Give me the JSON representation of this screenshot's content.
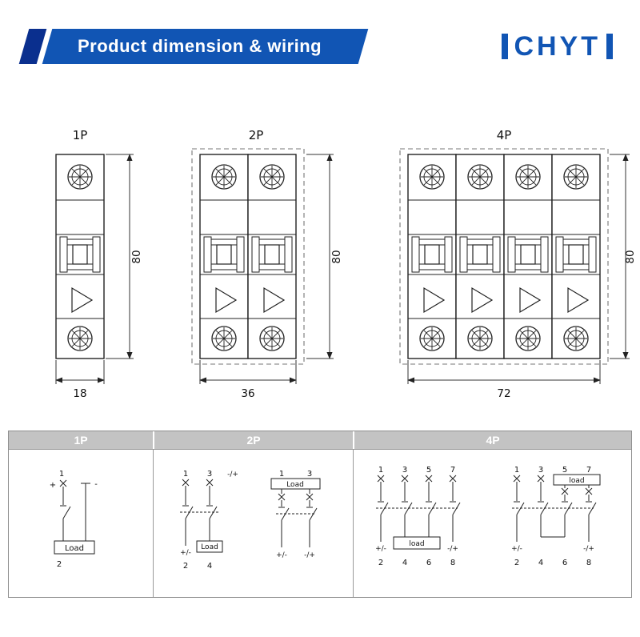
{
  "colors": {
    "brand_blue": "#1155b4",
    "accent_navy": "#0a2f8e",
    "table_header_gray": "#c3c3c3"
  },
  "header": {
    "title": "Product dimension & wiring",
    "logo": "CHYT"
  },
  "drawings": {
    "p1": {
      "label": "1P",
      "height": "80",
      "width": "18"
    },
    "p2": {
      "label": "2P",
      "height": "80",
      "width": "36"
    },
    "p4": {
      "label": "4P",
      "height": "80",
      "width": "72"
    }
  },
  "table": {
    "headers": {
      "c1": "1P",
      "c2": "2P",
      "c3": "4P"
    }
  },
  "wiring": {
    "p1": {
      "t1": "1",
      "plus": "+",
      "minus": "-",
      "load": "Load",
      "t2": "2"
    },
    "p2a": {
      "t1": "1",
      "t3": "3",
      "pol_top": "-/+",
      "pol_bottom": "+/-",
      "t2": "2",
      "load": "Load",
      "t4": "4"
    },
    "p2b": {
      "t1": "1",
      "t3": "3",
      "load": "Load",
      "pol_left": "+/-",
      "pol_right": "-/+"
    },
    "p4a": {
      "t1": "1",
      "t3": "3",
      "t5": "5",
      "t7": "7",
      "pol_left": "+/-",
      "load": "load",
      "pol_right": "-/+",
      "t2": "2",
      "t4": "4",
      "t6": "6",
      "t8": "8"
    },
    "p4b": {
      "t1": "1",
      "t3": "3",
      "t5": "5",
      "t7": "7",
      "load": "load",
      "pol_left": "+/-",
      "pol_right": "-/+",
      "t2": "2",
      "t4": "4",
      "t6": "6",
      "t8": "8"
    }
  }
}
